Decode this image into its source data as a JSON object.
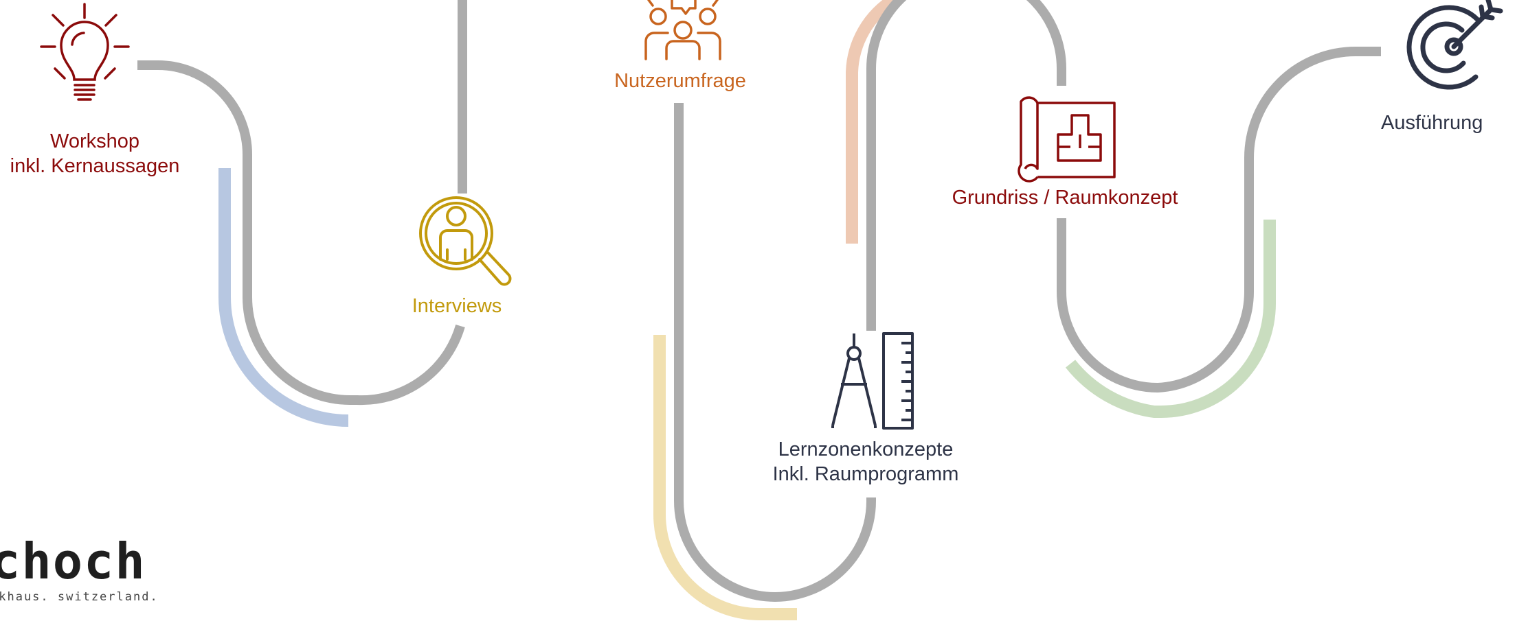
{
  "colors": {
    "track": "#acacac",
    "blue_accent": "#b7c7e1",
    "yellow_accent": "#f1e0b0",
    "peach_accent": "#eec9b3",
    "green_accent": "#c9ddbf",
    "dark_red": "#8b0a0a",
    "mustard": "#c29a0c",
    "orange": "#c8641e",
    "navy": "#2d3346"
  },
  "steps": [
    {
      "id": "workshop",
      "icon": "lightbulb-icon",
      "lines": [
        "Workshop",
        "inkl. Kernaussagen"
      ]
    },
    {
      "id": "interviews",
      "icon": "person-magnifier-icon",
      "lines": [
        "Interviews"
      ]
    },
    {
      "id": "umfrage",
      "icon": "group-survey-icon",
      "lines": [
        "Nutzerumfrage"
      ]
    },
    {
      "id": "lernzonen",
      "icon": "compass-ruler-icon",
      "lines": [
        "Lernzonenkonzepte",
        "Inkl. Raumprogramm"
      ]
    },
    {
      "id": "grundriss",
      "icon": "floor-plan-icon",
      "lines": [
        "Grundriss / Raumkonzept"
      ]
    },
    {
      "id": "ausfuehrung",
      "icon": "target-arrow-icon",
      "lines": [
        "Ausführung"
      ]
    }
  ],
  "logo": {
    "name": "choch",
    "tagline": "rkhaus. switzerland."
  }
}
